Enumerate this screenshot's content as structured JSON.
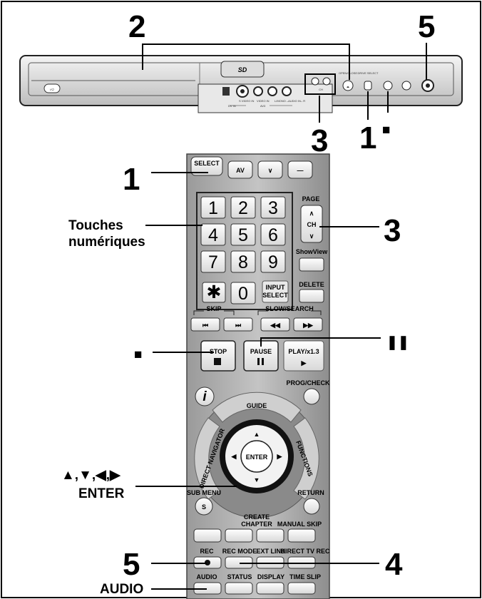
{
  "callouts": {
    "top_2": "2",
    "top_5": "5",
    "front_3": "3",
    "front_1": "1",
    "front_stop": "■",
    "remote_1": "1",
    "remote_3": "3",
    "remote_5": "5",
    "remote_4": "4",
    "stop_symbol": "■",
    "pause_symbol": "❚❚"
  },
  "labels": {
    "touches_line1": "Touches",
    "touches_line2": "numériques",
    "arrows": "▲,▼,◀,▶",
    "enter": "ENTER",
    "audio": "AUDIO"
  },
  "deck": {
    "sd_logo": "SD",
    "dv_in": "DV IN",
    "av3": "AV3",
    "svideo": "S VIDEO IN",
    "video": "VIDEO IN",
    "laudio": "L/MONO –AUDIO IN– R",
    "ch_label": "CH",
    "open_close": "OPEN/CLOSE",
    "drive_select": "DRIVE SELECT"
  },
  "remote": {
    "select": "SELECT",
    "av": "AV",
    "page": "PAGE",
    "ch": "CH",
    "numbers": [
      "1",
      "2",
      "3",
      "4",
      "5",
      "6",
      "7",
      "8",
      "9",
      "0"
    ],
    "star": "✱",
    "input1": "INPUT",
    "input2": "SELECT",
    "delete": "DELETE",
    "showview": "ShowView",
    "skip": "SKIP",
    "slow_search": "SLOW/SEARCH",
    "stop": "STOP",
    "pause": "PAUSE",
    "play": "PLAY/x1.3",
    "prog_check": "PROG/CHECK",
    "info": "i",
    "guide": "GUIDE",
    "direct_navigator": "DIRECT NAVIGATOR",
    "functions": "FUNCTIONS",
    "enter": "ENTER",
    "sub_menu": "SUB MENU",
    "s": "S",
    "return": "RETURN",
    "create1": "CREATE",
    "create2": "CHAPTER",
    "manual_skip": "MANUAL SKIP",
    "rec": "REC",
    "rec_mode": "REC MODE",
    "ext_link": "EXT LINK",
    "direct_tv_rec": "DIRECT TV REC",
    "audio": "AUDIO",
    "status": "STATUS",
    "display": "DISPLAY",
    "time_slip": "TIME SLIP"
  }
}
